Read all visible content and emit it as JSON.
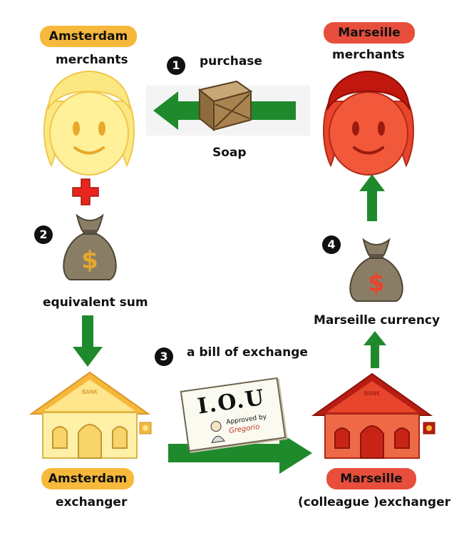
{
  "top_left": {
    "city": "Amsterdam",
    "role": "merchants"
  },
  "top_right": {
    "city": "Marseille",
    "role": "merchants"
  },
  "bottom_left": {
    "city": "Amsterdam",
    "role": "exchanger"
  },
  "bottom_right": {
    "city": "Marseille",
    "role": "(colleague )exchanger"
  },
  "steps": [
    {
      "number": "1",
      "label": "purchase"
    },
    {
      "number": "2",
      "label": "equivalent sum"
    },
    {
      "number": "3",
      "label": "a bill of exchange"
    },
    {
      "number": "4",
      "label": "Marseille currency"
    }
  ],
  "goods_label": "Soap",
  "iou": {
    "title": "I.O.U",
    "approved": "Approved by",
    "signature": "Gregorio"
  },
  "bank_sign": "BANK",
  "colors": {
    "amsterdam": "#f6b93b",
    "marseille": "#e84e3c",
    "arrow": "#1f8a2c",
    "moneybag": "#8a7d66"
  }
}
